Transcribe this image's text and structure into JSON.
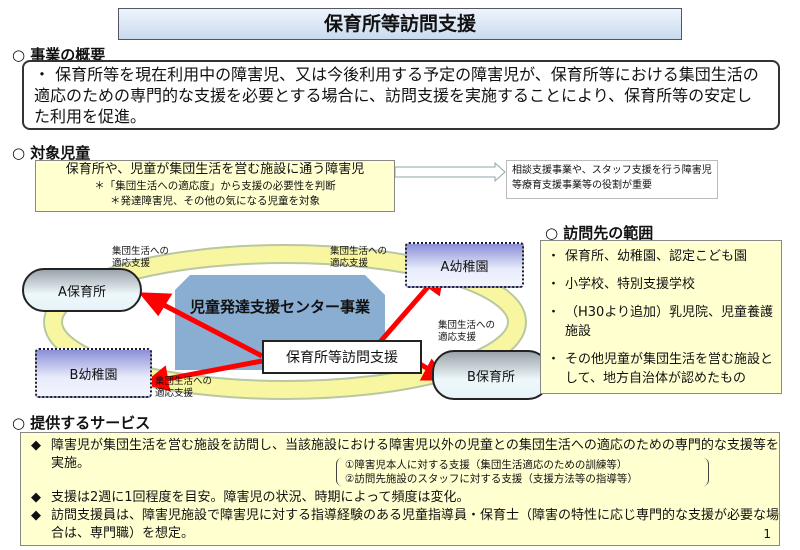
{
  "title": "保育所等訪問支援",
  "overview": {
    "heading": "○ 事業の概要",
    "text": "・ 保育所等を現在利用中の障害児、又は今後利用する予定の障害児が、保育所等における集団生活の適応のための専門的な支援を必要とする場合に、訪問支援を実施することにより、保育所等の安定した利用を促進。"
  },
  "target": {
    "heading": "○ 対象児童",
    "main": "保育所や、児童が集団生活を営む施設に通う障害児",
    "notes": [
      "＊「集団生活への適応度」から支援の必要性を判断",
      "＊発達障害児、その他の気になる児童を対象"
    ],
    "side": "相談支援事業や、スタッフ支援を行う障害児等療育支援事業等の役割が重要"
  },
  "diagram": {
    "center": "児童発達支援センター事業",
    "service": "保育所等訪問支援",
    "a_nursery": "A保育所",
    "a_kinder": "A幼稚園",
    "b_kinder": "B幼稚園",
    "b_nursery": "B保育所",
    "support_label": "集団生活への適応支援"
  },
  "range": {
    "heading": "○ 訪問先の範囲",
    "items": [
      "保育所、幼稚園、認定こども園",
      "小学校、特別支援学校",
      "（H30より追加）乳児院、児童養護施設",
      "その他児童が集団生活を営む施設として、地方自治体が認めたもの"
    ]
  },
  "services": {
    "heading": "○ 提供するサービス",
    "item1": "障害児が集団生活を営む施設を訪問し、当該施設における障害児以外の児童との集団生活への適応のための専門的な支援等を実施。",
    "sub1": "①障害児本人に対する支援（集団生活適応のための訓練等）",
    "sub2": "②訪問先施設のスタッフに対する支援（支援方法等の指導等）",
    "item2": "支援は2週に1回程度を目安。障害児の状況、時期によって頻度は変化。",
    "item3": "訪問支援員は、障害児施設で障害児に対する指導経験のある児童指導員・保育士（障害の特性に応じ専門的な支援が必要な場合は、専門職）を想定。",
    "page": "1"
  }
}
